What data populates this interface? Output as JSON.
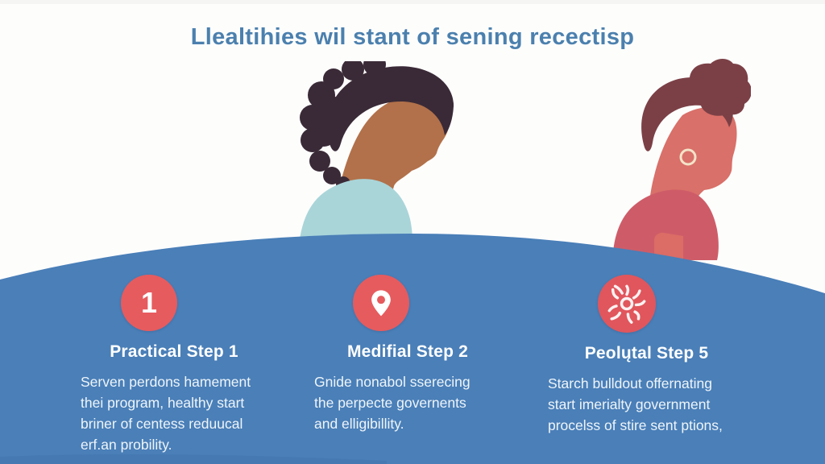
{
  "title": {
    "text": "Llealtihies wil stant of sening recectisp",
    "color": "#4b80ae"
  },
  "hero": {
    "band_color": "#4a7fb8"
  },
  "illustration": {
    "left_figure": "woman-profile-bowed-head",
    "left_hair_color": "#3a2a37",
    "left_skin_color": "#b2714a",
    "left_shirt_color": "#a9d5d9",
    "right_figure": "woman-profile-top-bun-earring",
    "right_hair_color": "#7b4046",
    "right_skin_color": "#d97069",
    "right_shirt_color": "#ce5c68"
  },
  "steps": [
    {
      "icon": "badge-number-1",
      "badge_text": "1",
      "accent": "#e65b5e",
      "title": "Practical Step 1",
      "body": "Serven perdons hamement\nthei program, healthy start\nbriner of centess reduucal\nerf.an probility."
    },
    {
      "icon": "location-pin-icon",
      "accent": "#e65b5e",
      "title": "Medifial Step 2",
      "body": "Gnide nonabol sserecing\nthe perpecte governents\nand elligibillity."
    },
    {
      "icon": "sun-swirl-icon",
      "accent": "#e0565c",
      "title": "Peolųtal Step 5",
      "body": "Starch bulldout offernating\nstart imerialty government\nprocelss of stire sent ptions,"
    }
  ]
}
